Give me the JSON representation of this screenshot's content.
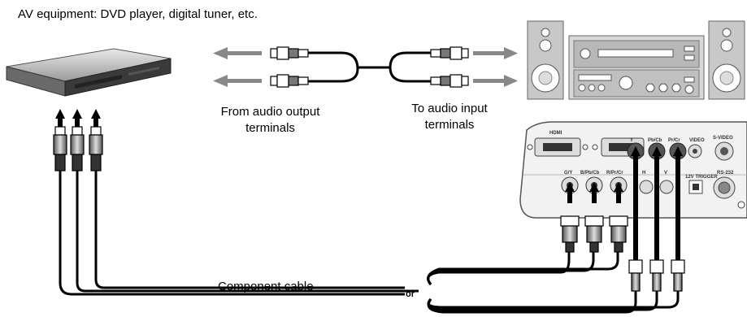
{
  "title": "AV equipment: DVD player, digital tuner, etc.",
  "labels": {
    "from_audio_line1": "From audio output",
    "from_audio_line2": "terminals",
    "to_audio_line1": "To audio input",
    "to_audio_line2": "terminals",
    "component_cable": "Component cable",
    "or": "or"
  },
  "projector_panel": {
    "hdmi": "HDMI",
    "y": "Y",
    "pb_cb": "Pb/Cb",
    "pr_cr": "Pr/Cr",
    "video": "VIDEO",
    "s_video": "S-VIDEO",
    "g_y": "G/Y",
    "b_pb_cb": "B/Pb/Cb",
    "r_pr_cr": "R/Pr/Cr",
    "h": "H",
    "v": "V",
    "trigger": "12V TRIGGER",
    "rs232": "RS-232"
  }
}
